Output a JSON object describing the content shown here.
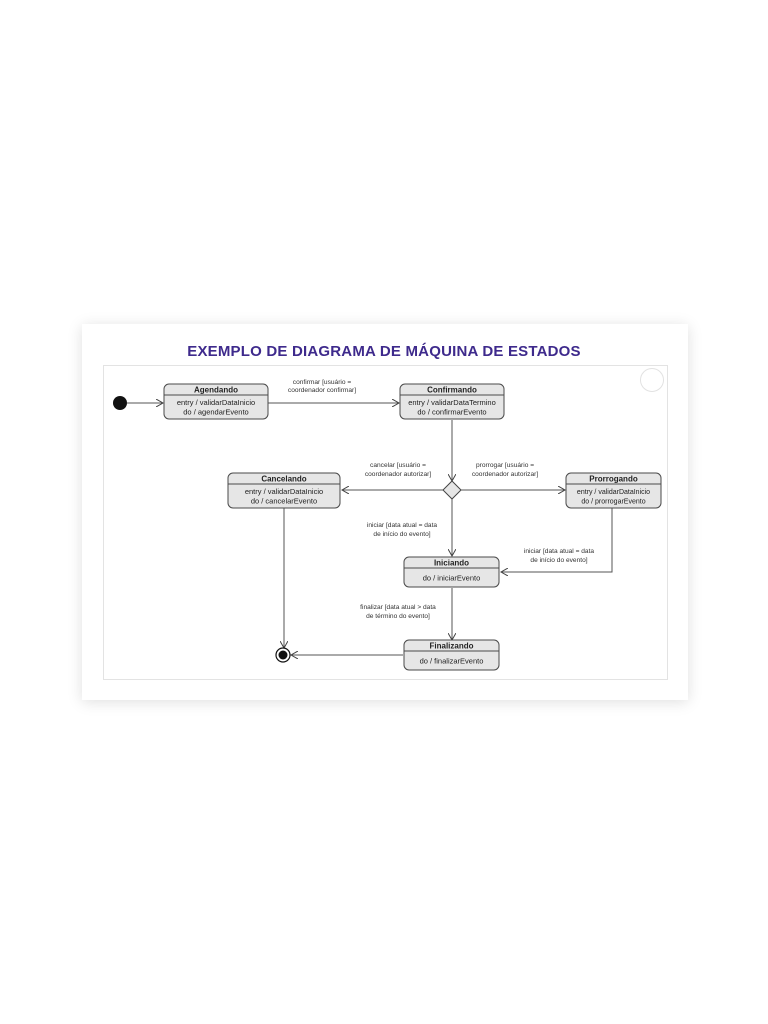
{
  "title": "EXEMPLO DE DIAGRAMA DE MÁQUINA DE ESTADOS",
  "states": {
    "agendando": {
      "name": "Agendando",
      "line1": "entry / validarDataInicio",
      "line2": "do / agendarEvento"
    },
    "confirmando": {
      "name": "Confirmando",
      "line1": "entry / validarDataTermino",
      "line2": "do / confirmarEvento"
    },
    "cancelando": {
      "name": "Cancelando",
      "line1": "entry / validarDataInicio",
      "line2": "do / cancelarEvento"
    },
    "prorrogando": {
      "name": "Prorrogando",
      "line1": "entry / validarDataInicio",
      "line2": "do / prorrogarEvento"
    },
    "iniciando": {
      "name": "Iniciando",
      "line1": "do / iniciarEvento"
    },
    "finalizando": {
      "name": "Finalizando",
      "line1": "do / finalizarEvento"
    }
  },
  "transitions": {
    "confirmar": {
      "l1": "confirmar [usuário =",
      "l2": "coordenador confirmar]"
    },
    "cancelar": {
      "l1": "cancelar [usuário =",
      "l2": "coordenador autorizar]"
    },
    "prorrogar": {
      "l1": "prorrogar [usuário =",
      "l2": "coordenador autorizar]"
    },
    "iniciar_a": {
      "l1": "iniciar [data atual = data",
      "l2": "de início do evento]"
    },
    "iniciar_b": {
      "l1": "iniciar [data atual = data",
      "l2": "de início do evento]"
    },
    "finalizar": {
      "l1": "finalizar [data atual > data",
      "l2": "de término do evento]"
    }
  },
  "colors": {
    "title": "#3e2a8c",
    "state_fill": "#e6e6e6",
    "state_stroke": "#4a4a4a"
  }
}
